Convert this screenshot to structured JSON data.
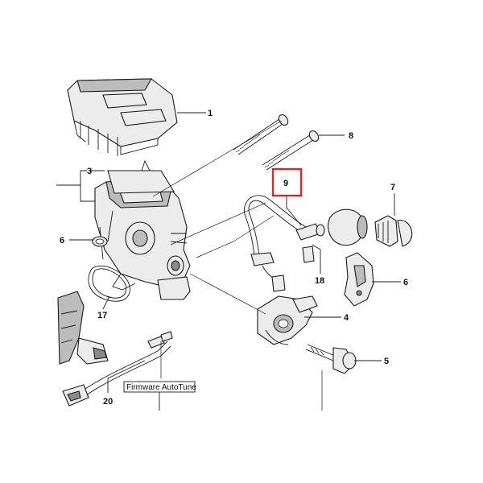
{
  "callouts": {
    "c1": "1",
    "c3": "3",
    "c8": "8",
    "c9": "9",
    "c7": "7",
    "c6a": "6",
    "c6b": "6",
    "c18": "18",
    "c17": "17",
    "c4": "4",
    "c5": "5",
    "c20": "20"
  },
  "label": {
    "firmware": "Firmware AutoTune"
  },
  "colors": {
    "highlight": "#d22b2b"
  }
}
